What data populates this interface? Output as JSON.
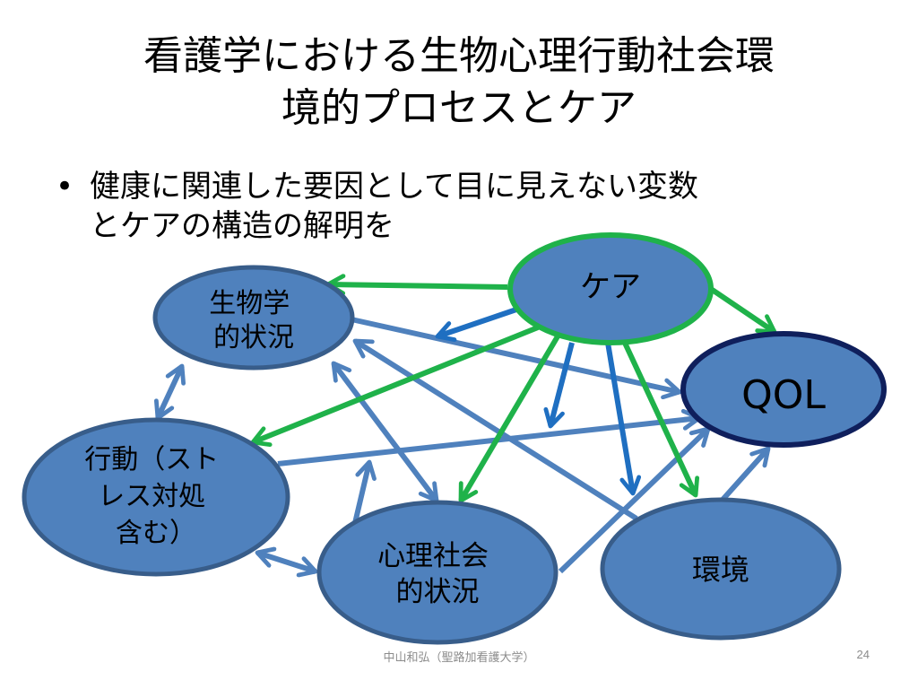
{
  "slide": {
    "title_lines": [
      "看護学における生物心理行動社会環",
      "境的プロセスとケア"
    ],
    "bullet_lines": [
      "健康に関連した要因として目に見えない変数",
      "とケアの構造の解明を"
    ],
    "bullet_marker": "•"
  },
  "nodes": {
    "biological": {
      "lines": [
        "生物学",
        "的状況"
      ]
    },
    "care": {
      "lines": [
        "ケア"
      ]
    },
    "qol": {
      "lines": [
        "QOL"
      ]
    },
    "behavior": {
      "lines": [
        "行動（スト",
        "レス対処",
        "含む）"
      ]
    },
    "psychosocial": {
      "lines": [
        "心理社会",
        "的状況"
      ]
    },
    "environment": {
      "lines": [
        "環境"
      ]
    }
  },
  "colors": {
    "node_fill": "#4f81bd",
    "node_stroke": "#385d8a",
    "care_stroke": "#1fb24a",
    "qol_stroke": "#0f1f5c",
    "arrow_light_blue": "#4f81bd",
    "arrow_dark_blue": "#1f6fc1",
    "arrow_green": "#1fb24a"
  },
  "footer": {
    "credit": "中山和弘（聖路加看護大学）",
    "page_number": "24"
  }
}
